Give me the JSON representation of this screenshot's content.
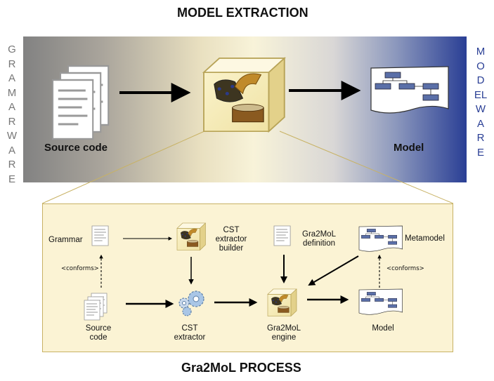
{
  "top_title": "MODEL EXTRACTION",
  "bottom_title": "Gra2MoL PROCESS",
  "left_vertical": "GRAMARWARE",
  "right_vertical": "MODELWARE",
  "top_band": {
    "source_label": "Source code",
    "model_label": "Model"
  },
  "process": {
    "grammar_label": "Grammar",
    "cst_builder_label": "CST\nextractor\nbuilder",
    "gra2mol_def_label": "Gra2MoL\ndefinition",
    "metamodel_label": "Metamodel",
    "conforms_left": "<conforms>",
    "conforms_right": "<conforms>",
    "source_label": "Source\ncode",
    "cst_extractor_label": "CST\nextractor",
    "engine_label": "Gra2MoL\nengine",
    "model_label": "Model"
  },
  "colors": {
    "band_left": "#828282",
    "band_center": "#f8f3d9",
    "band_right": "#2a3f95",
    "process_bg": "#fbf3d4",
    "process_border": "#c8b264",
    "cube": "#f3e7a8",
    "diagram_box": "#5a6fa8"
  },
  "icons": [
    "document-stack-icon",
    "gramophone-cube-icon",
    "model-diagram-icon",
    "document-icon",
    "gears-icon"
  ]
}
